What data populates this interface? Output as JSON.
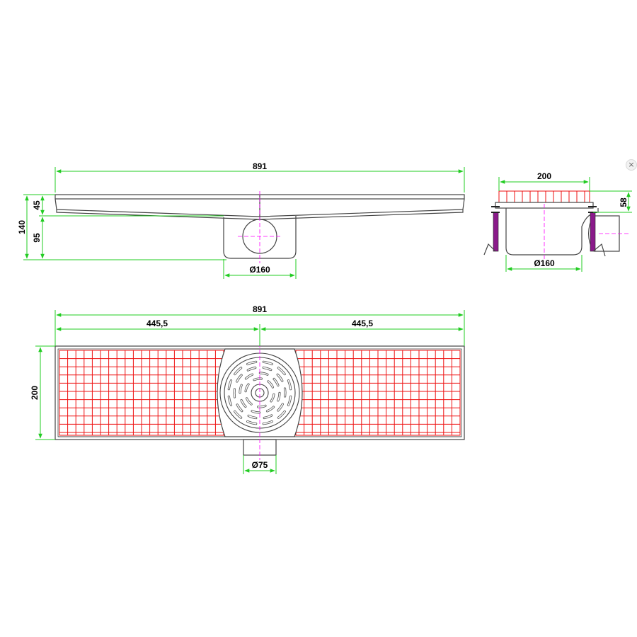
{
  "colors": {
    "dimension": "#22cc22",
    "grate": "#ee1111",
    "outline": "#444444",
    "centerline": "#ff00ff"
  },
  "close_button": {
    "icon": "close-icon",
    "glyph": "×"
  },
  "side_view": {
    "overall_length": "891",
    "height_top": "45",
    "height_body": "95",
    "height_total": "140",
    "outlet_diameter": "Ø160"
  },
  "section_view": {
    "width": "200",
    "frame_height": "58",
    "outlet_diameter": "Ø160"
  },
  "plan_view": {
    "overall_length": "891",
    "half_left": "445,5",
    "half_right": "445,5",
    "width": "200",
    "outlet_diameter": "Ø75"
  }
}
